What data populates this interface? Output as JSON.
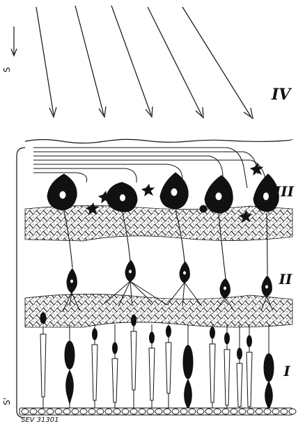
{
  "layers": {
    "IV": "IV",
    "III": "III",
    "II": "II",
    "I": "I"
  },
  "axis": {
    "top": "S",
    "bottom": "S'"
  },
  "caption": "SEV 31301",
  "colors": {
    "ink": "#111111",
    "paper": "#ffffff"
  }
}
